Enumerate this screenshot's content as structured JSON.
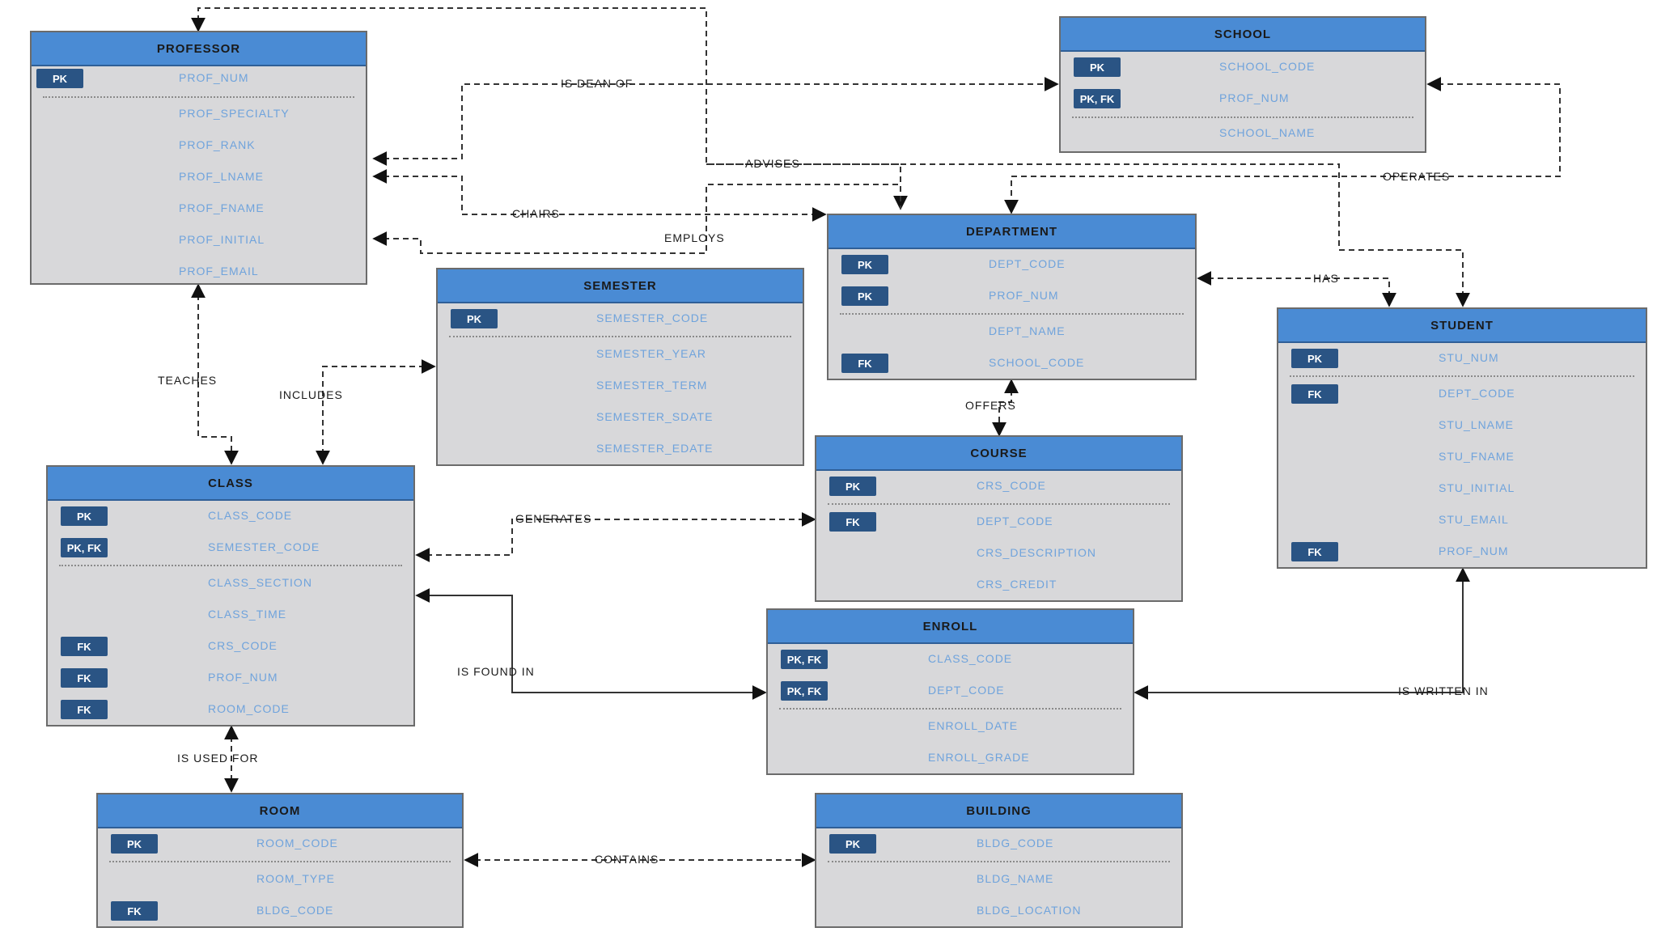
{
  "entities": {
    "professor": {
      "name": "PROFESSOR",
      "attrs": [
        {
          "key": "PK",
          "name": "PROF_NUM"
        },
        {
          "key": "",
          "name": "PROF_SPECIALTY"
        },
        {
          "key": "",
          "name": "PROF_RANK"
        },
        {
          "key": "",
          "name": "PROF_LNAME"
        },
        {
          "key": "",
          "name": "PROF_FNAME"
        },
        {
          "key": "",
          "name": "PROF_INITIAL"
        },
        {
          "key": "",
          "name": "PROF_EMAIL"
        }
      ]
    },
    "school": {
      "name": "SCHOOL",
      "attrs": [
        {
          "key": "PK",
          "name": "SCHOOL_CODE"
        },
        {
          "key": "PK, FK",
          "name": "PROF_NUM"
        },
        {
          "key": "",
          "name": "SCHOOL_NAME"
        }
      ]
    },
    "semester": {
      "name": "SEMESTER",
      "attrs": [
        {
          "key": "PK",
          "name": "SEMESTER_CODE"
        },
        {
          "key": "",
          "name": "SEMESTER_YEAR"
        },
        {
          "key": "",
          "name": "SEMESTER_TERM"
        },
        {
          "key": "",
          "name": "SEMESTER_SDATE"
        },
        {
          "key": "",
          "name": "SEMESTER_EDATE"
        }
      ]
    },
    "department": {
      "name": "DEPARTMENT",
      "attrs": [
        {
          "key": "PK",
          "name": "DEPT_CODE"
        },
        {
          "key": "PK",
          "name": "PROF_NUM"
        },
        {
          "key": "",
          "name": "DEPT_NAME"
        },
        {
          "key": "FK",
          "name": "SCHOOL_CODE"
        }
      ]
    },
    "student": {
      "name": "STUDENT",
      "attrs": [
        {
          "key": "PK",
          "name": "STU_NUM"
        },
        {
          "key": "FK",
          "name": "DEPT_CODE"
        },
        {
          "key": "",
          "name": "STU_LNAME"
        },
        {
          "key": "",
          "name": "STU_FNAME"
        },
        {
          "key": "",
          "name": "STU_INITIAL"
        },
        {
          "key": "",
          "name": "STU_EMAIL"
        },
        {
          "key": "FK",
          "name": "PROF_NUM"
        }
      ]
    },
    "class": {
      "name": "CLASS",
      "attrs": [
        {
          "key": "PK",
          "name": "CLASS_CODE"
        },
        {
          "key": "PK, FK",
          "name": "SEMESTER_CODE"
        },
        {
          "key": "",
          "name": "CLASS_SECTION"
        },
        {
          "key": "",
          "name": "CLASS_TIME"
        },
        {
          "key": "FK",
          "name": "CRS_CODE"
        },
        {
          "key": "FK",
          "name": "PROF_NUM"
        },
        {
          "key": "FK",
          "name": "ROOM_CODE"
        }
      ]
    },
    "course": {
      "name": "COURSE",
      "attrs": [
        {
          "key": "PK",
          "name": "CRS_CODE"
        },
        {
          "key": "FK",
          "name": "DEPT_CODE"
        },
        {
          "key": "",
          "name": "CRS_DESCRIPTION"
        },
        {
          "key": "",
          "name": "CRS_CREDIT"
        }
      ]
    },
    "enroll": {
      "name": "ENROLL",
      "attrs": [
        {
          "key": "PK, FK",
          "name": "CLASS_CODE"
        },
        {
          "key": "PK, FK",
          "name": "DEPT_CODE"
        },
        {
          "key": "",
          "name": "ENROLL_DATE"
        },
        {
          "key": "",
          "name": "ENROLL_GRADE"
        }
      ]
    },
    "room": {
      "name": "ROOM",
      "attrs": [
        {
          "key": "PK",
          "name": "ROOM_CODE"
        },
        {
          "key": "",
          "name": "ROOM_TYPE"
        },
        {
          "key": "FK",
          "name": "BLDG_CODE"
        }
      ]
    },
    "building": {
      "name": "BUILDING",
      "attrs": [
        {
          "key": "PK",
          "name": "BLDG_CODE"
        },
        {
          "key": "",
          "name": "BLDG_NAME"
        },
        {
          "key": "",
          "name": "BLDG_LOCATION"
        }
      ]
    }
  },
  "relationships": {
    "is_dean_of": "IS DEAN OF",
    "advises": "ADVISES",
    "operates": "OPERATES",
    "chairs": "CHAIRS",
    "employs": "EMPLOYS",
    "has": "HAS",
    "teaches": "TEACHES",
    "includes": "INCLUDES",
    "offers": "OFFERS",
    "generates": "GENERATES",
    "is_found_in": "IS FOUND IN",
    "is_written_in": "IS WRITTEN IN",
    "is_used_for": "IS USED FOR",
    "contains": "CONTAINS"
  },
  "colors": {
    "header": "#4a8bd4",
    "key_badge": "#2a5484",
    "attr_text": "#6fa3dc",
    "body": "#d8d8da"
  }
}
